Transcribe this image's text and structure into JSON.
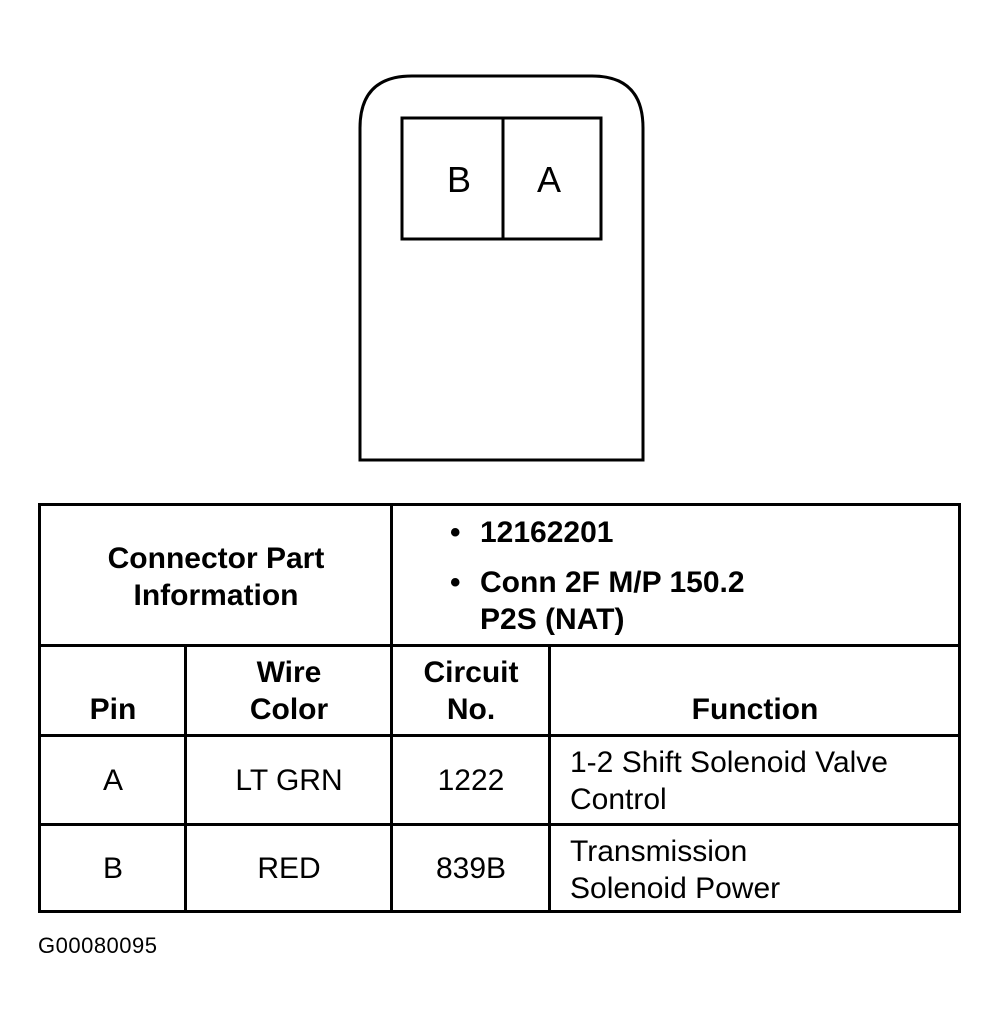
{
  "connector": {
    "pins": [
      {
        "label": "B"
      },
      {
        "label": "A"
      }
    ]
  },
  "table": {
    "part_info_label": [
      "Connector Part",
      "Information"
    ],
    "part_info_items": [
      {
        "bullet": "•",
        "lines": [
          "12162201"
        ]
      },
      {
        "bullet": "•",
        "lines": [
          "Conn 2F M/P 150.2",
          "P2S (NAT)"
        ]
      }
    ],
    "headers": {
      "pin": "Pin",
      "wire_color": [
        "Wire",
        "Color"
      ],
      "circuit_no": [
        "Circuit",
        "No."
      ],
      "function": "Function"
    },
    "rows": [
      {
        "pin": "A",
        "wire_color": "LT GRN",
        "circuit": "1222",
        "function": [
          "1-2 Shift Solenoid Valve",
          "Control"
        ]
      },
      {
        "pin": "B",
        "wire_color": "RED",
        "circuit": "839B",
        "function": [
          "Transmission",
          "Solenoid Power"
        ]
      }
    ]
  },
  "figure_id": "G00080095"
}
